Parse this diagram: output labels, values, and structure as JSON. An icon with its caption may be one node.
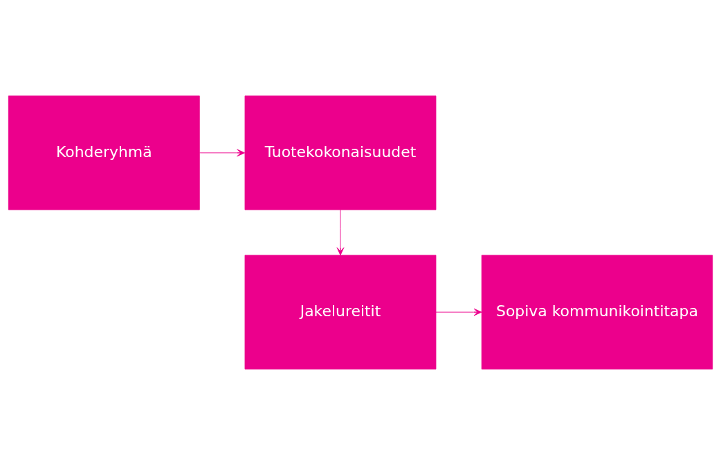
{
  "diagram": {
    "nodes": [
      {
        "text": [
          "Kohderyhmä"
        ]
      },
      {
        "text": [
          "Tuotekokonaisuudet"
        ]
      },
      {
        "text": [
          "Jakelureitit"
        ]
      },
      {
        "text": [
          "Sopiva kommunikointitapa"
        ]
      }
    ],
    "edges": [
      {
        "from": 0,
        "to": 1,
        "arrow": "to"
      },
      {
        "from": 1,
        "to": 2,
        "arrow": "to"
      },
      {
        "from": 2,
        "to": 3,
        "arrow": "to"
      }
    ]
  }
}
